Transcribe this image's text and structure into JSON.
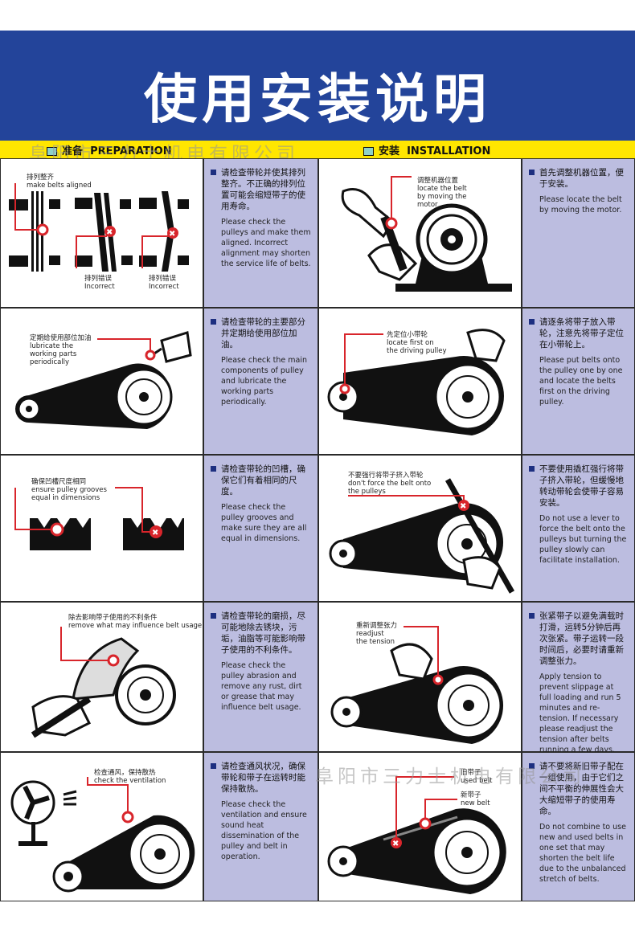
{
  "title": "使用安装说明",
  "watermark": "阜阳市三力士机电有限公司",
  "sections": {
    "prep": {
      "zh": "准备",
      "en": "PREPARATION"
    },
    "install": {
      "zh": "安装",
      "en": "INSTALLATION"
    }
  },
  "rows": [
    {
      "left": {
        "labels": [
          {
            "zh": "排列整齐",
            "en": "make belts aligned"
          },
          {
            "zh": "排列错误",
            "en": "Incorrect"
          },
          {
            "zh": "排列错误",
            "en": "Incorrect"
          }
        ],
        "zh": "请检查带轮并使其排列整齐。不正确的排列位置可能会缩短带子的使用寿命。",
        "en": "Please check the pulleys and make them aligned. Incorrect alignment may shorten the service life of belts."
      },
      "right": {
        "labels": [
          {
            "zh": "调整机器位置",
            "en": "locate the belt by moving the motor"
          }
        ],
        "zh": "首先调整机器位置，便于安装。",
        "en": "Please locate the belt by moving the motor."
      }
    },
    {
      "left": {
        "labels": [
          {
            "zh": "定期给使用部位加油",
            "en": "lubricate the working parts periodically"
          }
        ],
        "zh": "请检查带轮的主要部分并定期给使用部位加油。",
        "en": "Please check the main components of pulley and lubricate the working parts periodically."
      },
      "right": {
        "labels": [
          {
            "zh": "先定位小带轮",
            "en": "locate first on the driving pulley"
          }
        ],
        "zh": "请逐条将带子放入带轮，注意先将带子定位在小带轮上。",
        "en": "Please put belts onto the pulley one by one and locate the belts first on the driving pulley."
      }
    },
    {
      "left": {
        "labels": [
          {
            "zh": "确保凹槽尺度相同",
            "en": "ensure pulley grooves equal in dimensions"
          }
        ],
        "zh": "请检查带轮的凹槽，确保它们有着相同的尺度。",
        "en": "Please check the pulley grooves and make sure they are all equal in dimensions."
      },
      "right": {
        "labels": [
          {
            "zh": "不要强行将带子挤入带轮",
            "en": "don't force the belt onto the pulleys"
          }
        ],
        "zh": "不要使用撬杠强行将带子挤入带轮，但缓慢地转动带轮会使带子容易安装。",
        "en": "Do not use a lever to force the belt onto the pulleys but turning the pulley slowly can facilitate installation."
      }
    },
    {
      "left": {
        "labels": [
          {
            "zh": "除去影响带子使用的不利条件",
            "en": "remove what may influence belt usage"
          }
        ],
        "zh": "请检查带轮的磨损，尽可能地除去锈块，污垢，油脂等可能影响带子使用的不利条件。",
        "en": "Please check the pulley abrasion and remove any rust, dirt or grease that may influence belt usage."
      },
      "right": {
        "labels": [
          {
            "zh": "重新调整张力",
            "en": "readjust the tension"
          }
        ],
        "zh": "张紧带子以避免满载时打滑，运转5分钟后再次张紧。带子运转一段时间后，必要时请重新调整张力。",
        "en": "Apply tension to prevent slippage at full loading and run 5 minutes and re-tension. If necessary please readjust the tension after belts running a few days."
      }
    },
    {
      "left": {
        "labels": [
          {
            "zh": "检查通风，保持散热",
            "en": "check the ventilation"
          }
        ],
        "zh": "请检查通风状况，确保带轮和带子在运转时能保持散热。",
        "en": "Please check the ventilation and ensure sound heat dissemination of the pulley and belt in operation."
      },
      "right": {
        "labels": [
          {
            "zh": "旧带子",
            "en": "used belt"
          },
          {
            "zh": "新带子",
            "en": "new belt"
          }
        ],
        "zh": "请不要将新旧带子配在一组使用，由于它们之间不平衡的伸展性会大大缩短带子的使用寿命。",
        "en": "Do not combine to use new and used belts in one set that may shorten the belt life due to the unbalanced stretch of belts."
      }
    }
  ]
}
